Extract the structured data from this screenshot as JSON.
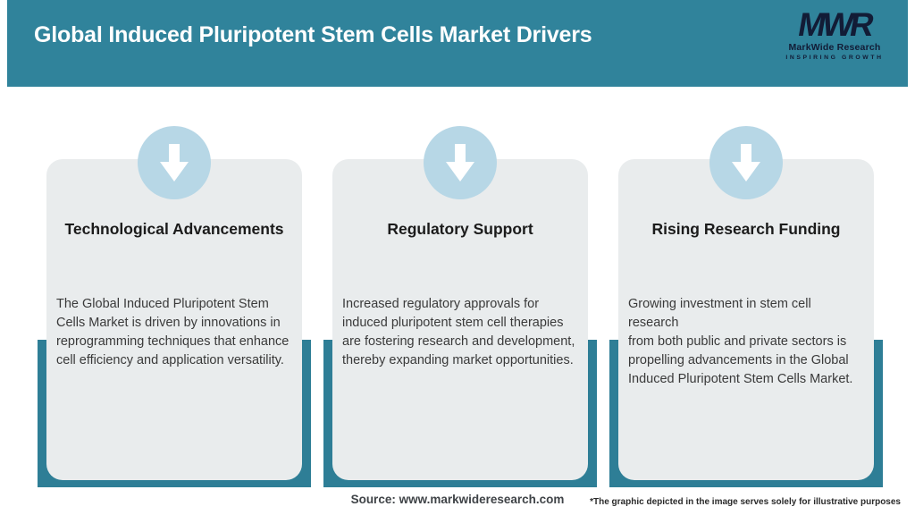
{
  "header": {
    "title": "Global Induced Pluripotent Stem Cells Market Drivers",
    "bg_color": "#30839b",
    "text_color": "#ffffff"
  },
  "logo": {
    "monogram": "MWR",
    "name": "MarkWide Research",
    "tagline": "INSPIRING GROWTH",
    "color": "#121c36"
  },
  "cards": [
    {
      "title": "Technological Advancements",
      "body": "The Global Induced Pluripotent Stem\nCells Market is driven by innovations in\nreprogramming techniques that enhance\ncell efficiency and application versatility."
    },
    {
      "title": "Regulatory Support",
      "body": "Increased regulatory approvals for\ninduced pluripotent stem cell therapies\nare fostering research and development,\nthereby expanding market opportunities."
    },
    {
      "title": "Rising Research Funding",
      "body": "Growing investment in stem cell research\nfrom both public and private sectors is\npropelling advancements in the Global\nInduced Pluripotent Stem Cells Market."
    }
  ],
  "icons": {
    "card_badge": "down-arrow-icon"
  },
  "colors": {
    "teal_header": "#30839b",
    "teal_ribbon": "#2e7e96",
    "card_bg": "#e9eced",
    "circle_blue": "#b7d7e6",
    "logo_navy": "#121c36",
    "body_text": "#3a3a3a"
  },
  "footer": {
    "source": "Source: www.markwideresearch.com",
    "disclaimer": "*The graphic depicted in the image serves solely for illustrative purposes"
  }
}
